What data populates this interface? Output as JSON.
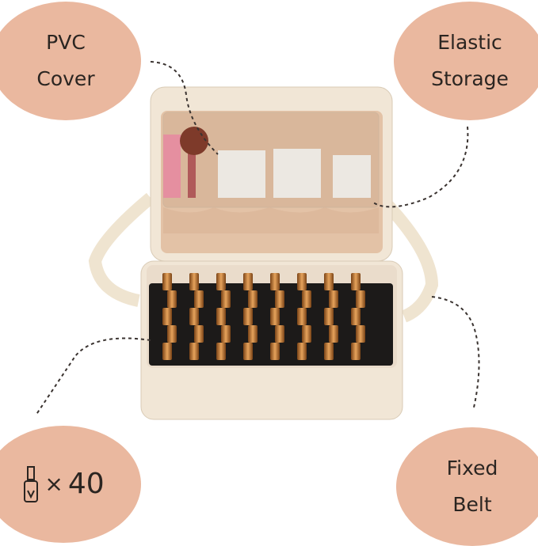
{
  "callouts": {
    "pvc": {
      "line1": "PVC",
      "line2": "Cover"
    },
    "elastic": {
      "line1": "Elastic",
      "line2": "Storage"
    },
    "count": {
      "symbol": "×",
      "value": "40"
    },
    "belt": {
      "line1": "Fixed",
      "line2": "Belt"
    }
  },
  "colors": {
    "bubble": "#eab89f",
    "case": "#f1e6d6",
    "lining": "#e3c2a6",
    "foam": "#1c1a19",
    "bottle_cap": "#b8763a"
  },
  "icons": [
    "nail-polish-bottle-icon"
  ]
}
